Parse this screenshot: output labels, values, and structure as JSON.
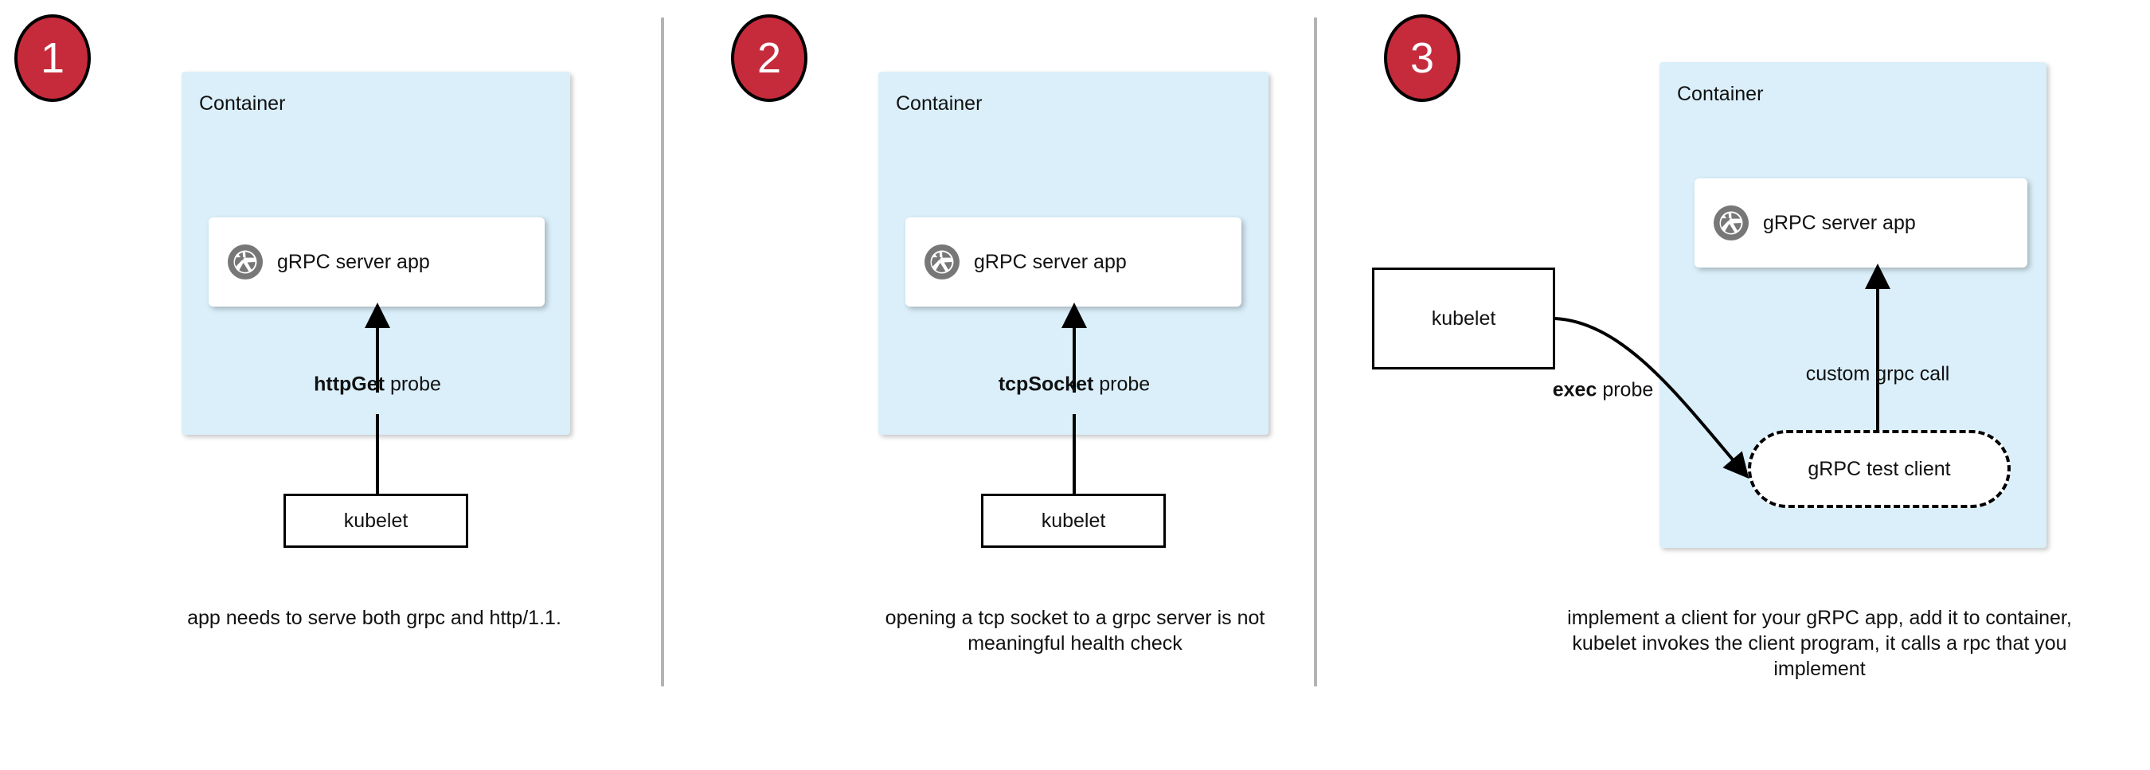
{
  "diagram": {
    "title": "gRPC health probe approaches in Kubernetes",
    "colors": {
      "badge_red": "#C62B3C",
      "container_blue": "#DAEFFA",
      "divider_gray": "#B3B3B3",
      "icon_gray": "#777777",
      "stroke_black": "#000000",
      "card_white": "#FFFFFF"
    },
    "panels": [
      {
        "step": "1",
        "container_label": "Container",
        "app_label": "gRPC server app",
        "app_icon": "aperture-icon",
        "probe_label_bold": "httpGet",
        "probe_label_rest": " probe",
        "kubelet_label": "kubelet",
        "caption": "app needs to serve both grpc and http/1.1."
      },
      {
        "step": "2",
        "container_label": "Container",
        "app_label": "gRPC server app",
        "app_icon": "aperture-icon",
        "probe_label_bold": "tcpSocket",
        "probe_label_rest": " probe",
        "kubelet_label": "kubelet",
        "caption": "opening a tcp socket to a grpc server is not meaningful health check"
      },
      {
        "step": "3",
        "container_label": "Container",
        "app_label": "gRPC server app",
        "app_icon": "aperture-icon",
        "probe_label_bold": "exec",
        "probe_label_rest": " probe",
        "kubelet_label": "kubelet",
        "test_client_label": "gRPC test client",
        "custom_call_label": "custom grpc call",
        "caption": "implement a client for your gRPC app, add it to container, kubelet invokes the client program, it calls a rpc that you implement"
      }
    ],
    "dividers": 2
  }
}
